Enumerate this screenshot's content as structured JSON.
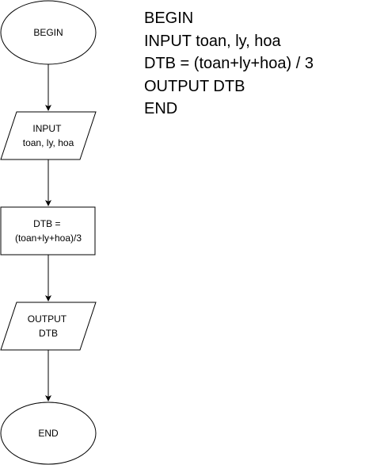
{
  "flowchart": {
    "nodes": [
      {
        "id": "begin",
        "shape": "ellipse",
        "lines": [
          "BEGIN"
        ]
      },
      {
        "id": "input",
        "shape": "parallelogram",
        "lines": [
          "INPUT",
          "toan, ly, hoa"
        ]
      },
      {
        "id": "process",
        "shape": "rectangle",
        "lines": [
          "DTB =",
          "(toan+ly+hoa)/3"
        ]
      },
      {
        "id": "output",
        "shape": "parallelogram",
        "lines": [
          "OUTPUT",
          "DTB"
        ]
      },
      {
        "id": "end",
        "shape": "ellipse",
        "lines": [
          "END"
        ]
      }
    ],
    "edges": [
      {
        "from": "begin",
        "to": "input"
      },
      {
        "from": "input",
        "to": "process"
      },
      {
        "from": "process",
        "to": "output"
      },
      {
        "from": "output",
        "to": "end"
      }
    ]
  },
  "pseudocode": {
    "lines": [
      "BEGIN",
      "INPUT toan, ly, hoa",
      "DTB = (toan+ly+hoa) / 3",
      "OUTPUT DTB",
      "END"
    ]
  }
}
